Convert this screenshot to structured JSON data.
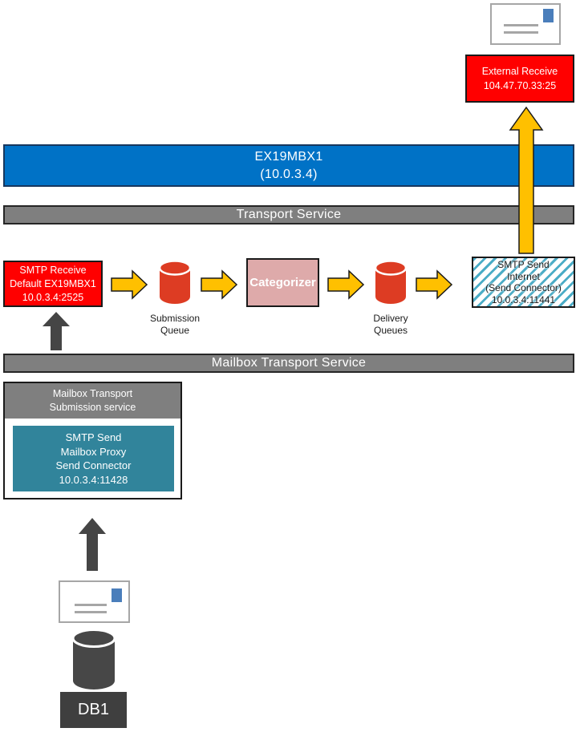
{
  "diagram": {
    "external": {
      "receive_box": {
        "lines": [
          "External Receive",
          "104.47.70.33:25"
        ]
      }
    },
    "server_banner": {
      "lines": [
        "EX19MBX1",
        "(10.0.3.4)"
      ]
    },
    "transport_banner": {
      "label": "Transport Service"
    },
    "pipeline": {
      "smtp_receive": {
        "lines": [
          "SMTP Receive",
          "Default EX19MBX1",
          "10.0.3.4:2525"
        ]
      },
      "submission_queue": {
        "label_lines": [
          "Submission",
          "Queue"
        ]
      },
      "categorizer": {
        "label": "Categorizer"
      },
      "delivery_queues": {
        "label_lines": [
          "Delivery",
          "Queues"
        ]
      },
      "smtp_send_internet": {
        "lines": [
          "SMTP Send",
          "Internet",
          "(Send Connector)",
          "10.0.3.4:11441"
        ]
      }
    },
    "mailbox_transport_banner": {
      "label": "Mailbox Transport Service"
    },
    "submission_service": {
      "header_lines": [
        "Mailbox Transport",
        "Submission service"
      ],
      "smtp_send_proxy": {
        "lines": [
          "SMTP Send",
          "Mailbox Proxy",
          "Send Connector",
          "10.0.3.4:11428"
        ]
      }
    },
    "database": {
      "label": "DB1"
    }
  },
  "colors": {
    "red_box": "#FF0000",
    "server_blue": "#0072C6",
    "banner_gray": "#7F7F7F",
    "arrow_gold": "#FFC000",
    "categorizer_pink": "#DEAAAA",
    "queue_red": "#DD3C23",
    "proxy_teal": "#31849B",
    "hatch_teal": "#4BACC6",
    "dark_gray": "#454545",
    "stamp_blue": "#4A7EBB"
  }
}
